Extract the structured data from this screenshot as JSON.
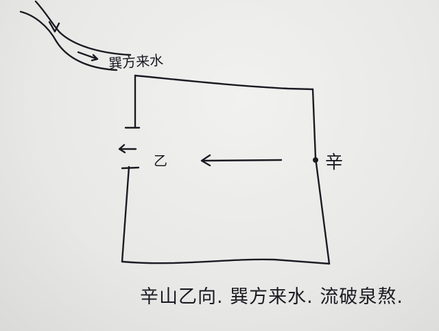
{
  "diagram": {
    "type": "hand-drawn feng shui site sketch",
    "water_label": "巽方来水",
    "left_label": "乙",
    "right_label": "辛",
    "caption": "辛山乙向. 巽方来水. 流破泉熬.",
    "ink_color": "#1a1a22",
    "paper_color": "#ecece9"
  }
}
